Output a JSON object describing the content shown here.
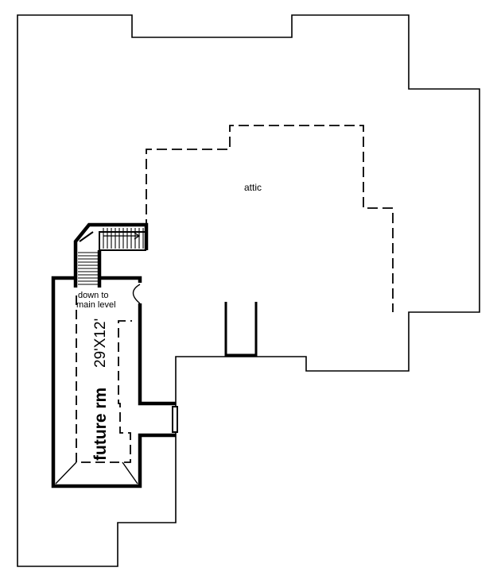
{
  "plan": {
    "labels": {
      "attic": "attic",
      "stair_note_line1": "down to",
      "stair_note_line2": "main level",
      "room_name": "future rm",
      "room_size": "29'X12'"
    }
  }
}
